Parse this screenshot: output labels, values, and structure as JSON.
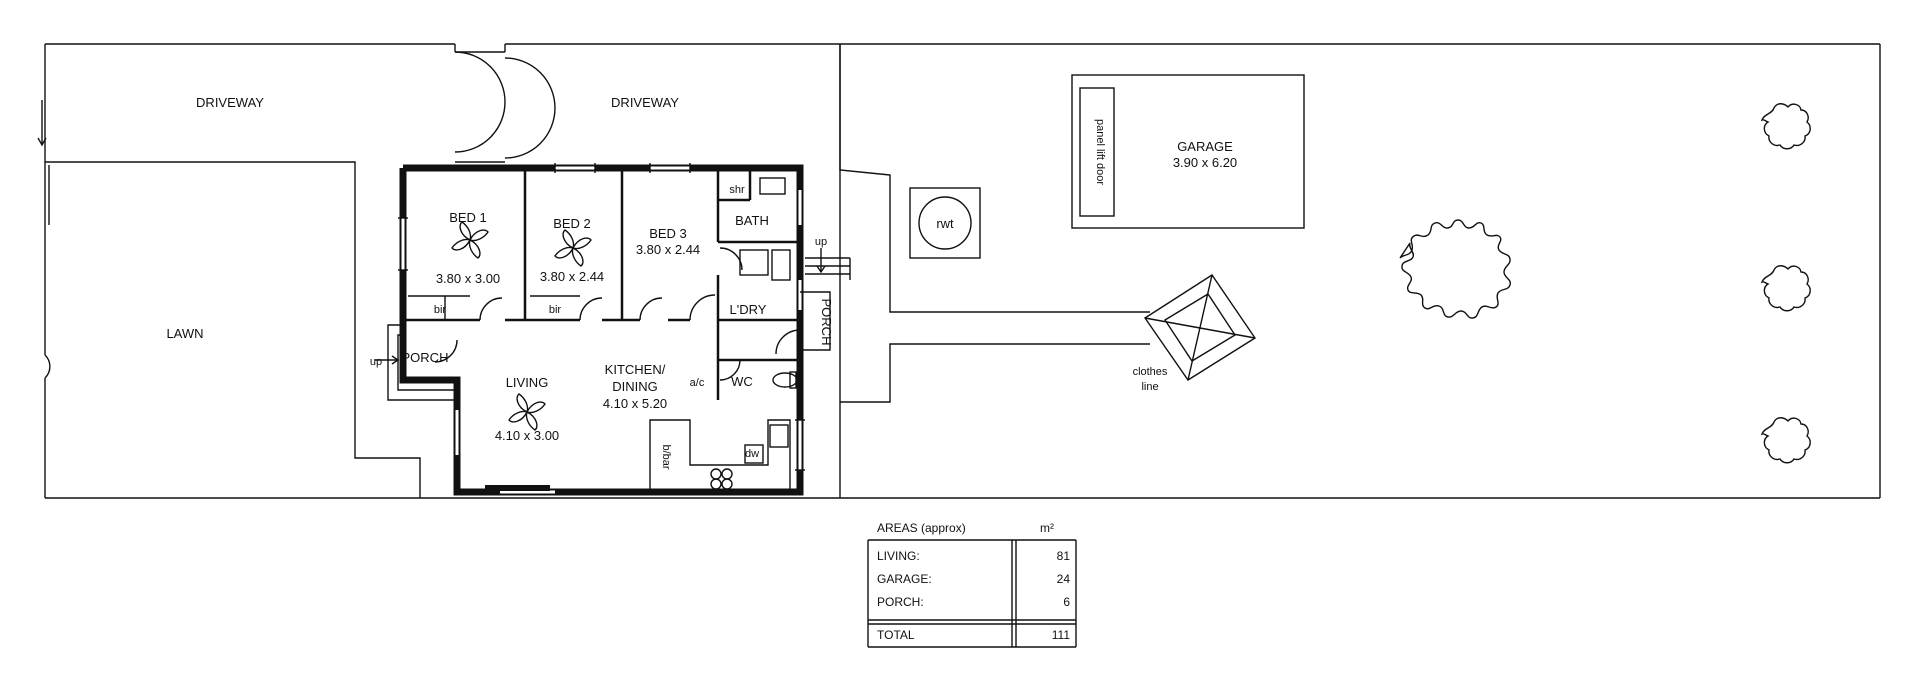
{
  "labels": {
    "driveway_left": "DRIVEWAY",
    "driveway_right": "DRIVEWAY",
    "lawn": "LAWN",
    "bed1": "BED 1",
    "bed1_dim": "3.80 x 3.00",
    "bed2": "BED 2",
    "bed2_dim": "3.80 x 2.44",
    "bed3": "BED 3",
    "bed3_dim": "3.80 x 2.44",
    "bir1": "bir",
    "bir2": "bir",
    "shr": "shr",
    "bath": "BATH",
    "ldry": "L'DRY",
    "porch_side": "PORCH",
    "porch_front": "PORCH",
    "up_front": "up",
    "up_side": "up",
    "living": "LIVING",
    "living_dim": "4.10 x 3.00",
    "kitchen": "KITCHEN/",
    "dining": "DINING",
    "kitchen_dim": "4.10 x 5.20",
    "ac": "a/c",
    "wc": "WC",
    "bbar": "b/bar",
    "dw": "dw",
    "rwt": "rwt",
    "garage": "GARAGE",
    "garage_dim": "3.90 x 6.20",
    "panel_lift_door": "panel lift door",
    "clothes": "clothes",
    "line": "line"
  },
  "areas_table": {
    "heading": "AREAS (approx)",
    "unit": "m²",
    "rows": [
      {
        "label": "LIVING:",
        "value": "81"
      },
      {
        "label": "GARAGE:",
        "value": "24"
      },
      {
        "label": "PORCH:",
        "value": "6"
      }
    ],
    "total_label": "TOTAL",
    "total_value": "111"
  },
  "colors": {
    "line": "#111111",
    "background": "#ffffff"
  }
}
